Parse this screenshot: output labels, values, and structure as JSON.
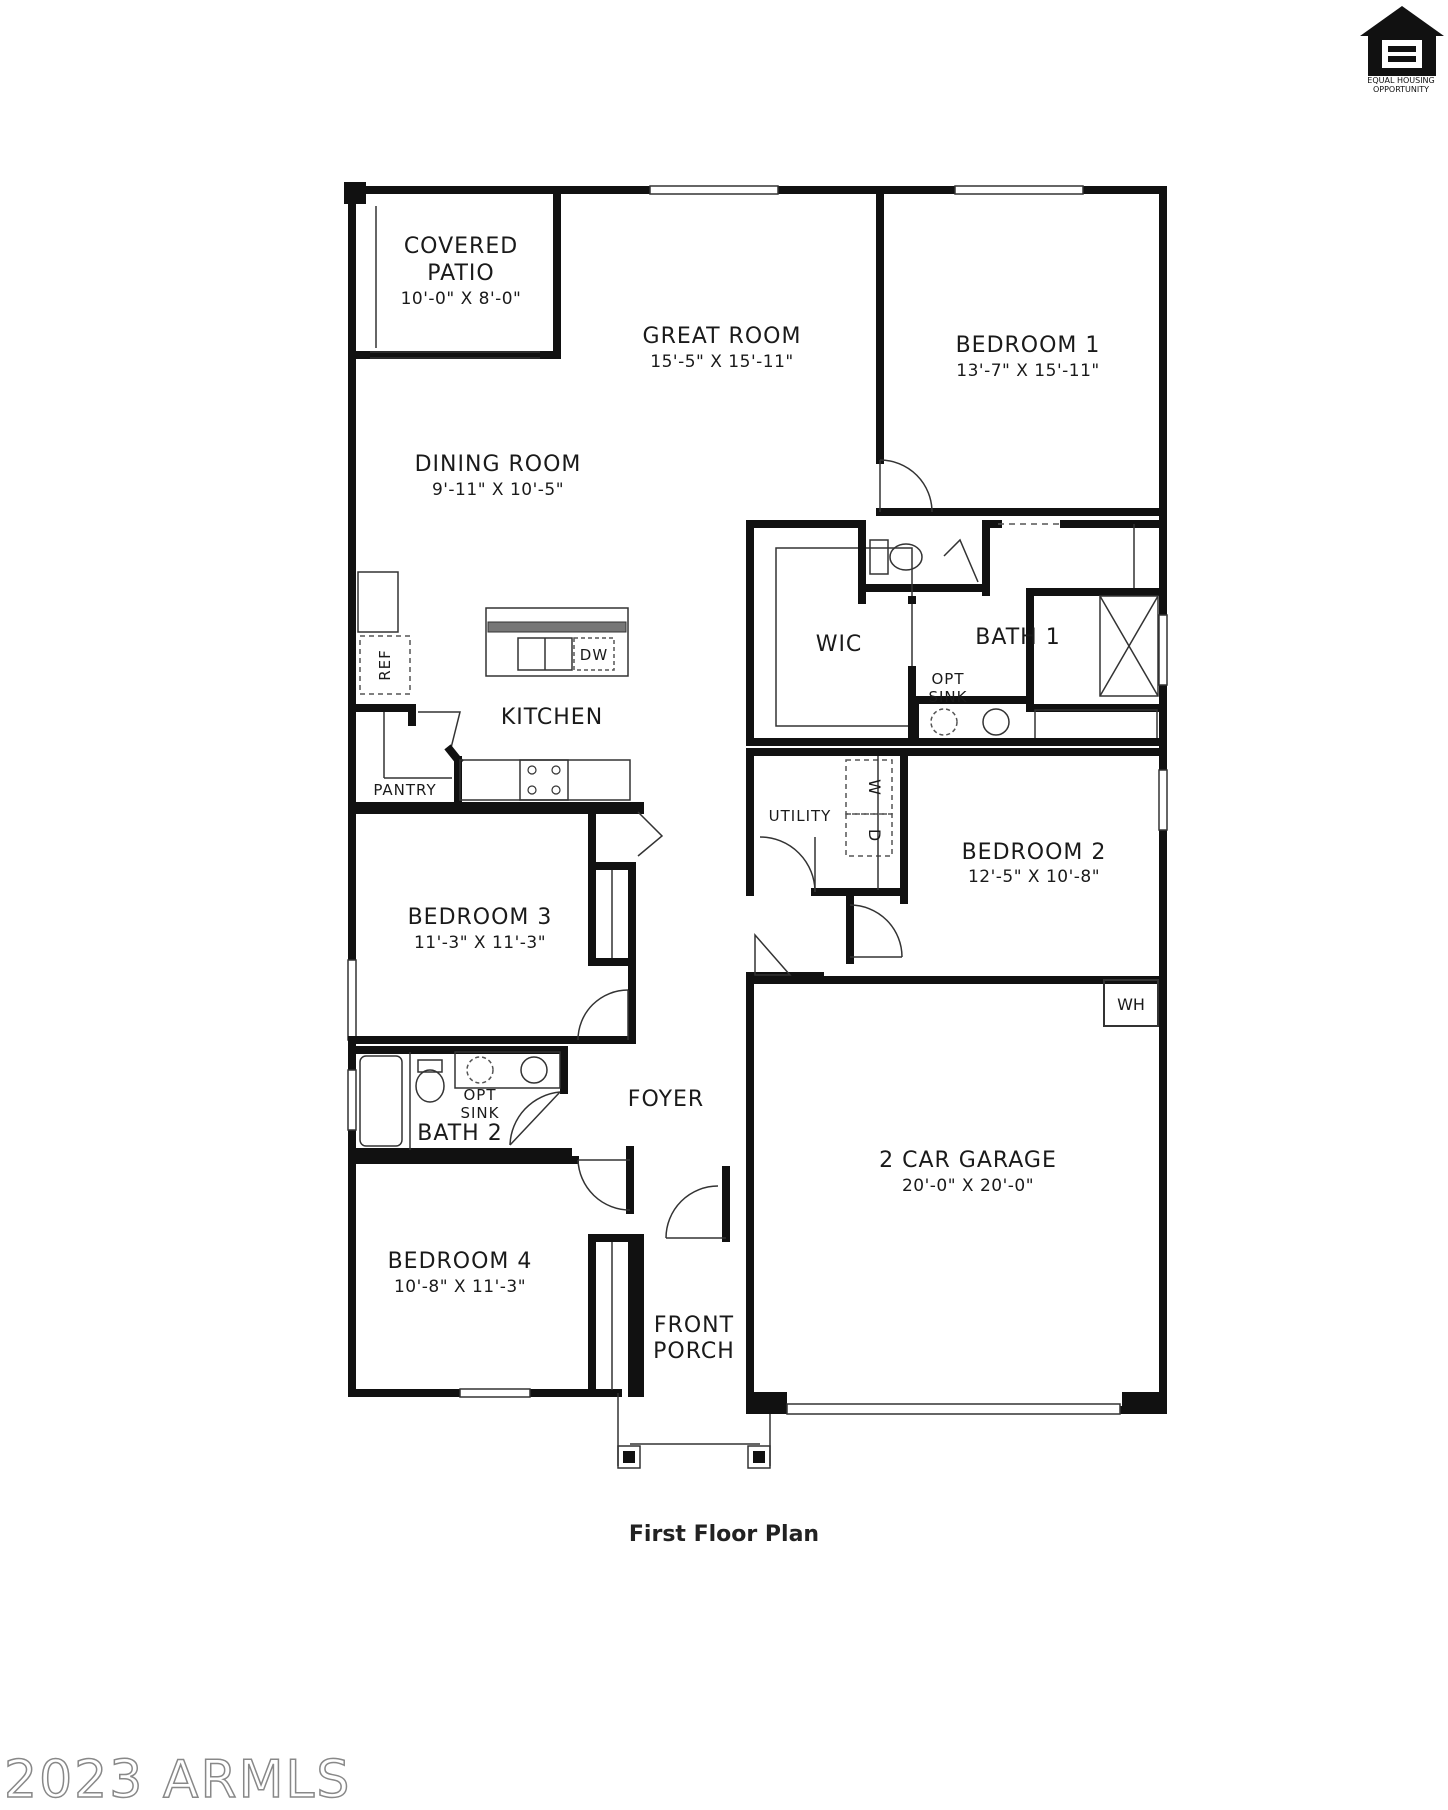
{
  "logo": {
    "icon": "equal-housing-house-icon",
    "line1": "EQUAL HOUSING",
    "line2": "OPPORTUNITY"
  },
  "rooms": {
    "covered_patio": {
      "name_line1": "COVERED",
      "name_line2": "PATIO",
      "dims": "10'-0\" X 8'-0\""
    },
    "great_room": {
      "name": "GREAT ROOM",
      "dims": "15'-5\" X 15'-11\""
    },
    "bedroom_1": {
      "name": "BEDROOM 1",
      "dims": "13'-7\" X 15'-11\""
    },
    "dining_room": {
      "name": "DINING ROOM",
      "dims": "9'-11\" X 10'-5\""
    },
    "kitchen": {
      "name": "KITCHEN"
    },
    "pantry": {
      "name": "PANTRY"
    },
    "wic": {
      "name": "WIC"
    },
    "bath_1": {
      "name": "BATH 1"
    },
    "utility": {
      "name": "UTILITY"
    },
    "bedroom_2": {
      "name": "BEDROOM 2",
      "dims": "12'-5\" X 10'-8\""
    },
    "bedroom_3": {
      "name": "BEDROOM 3",
      "dims": "11'-3\" X 11'-3\""
    },
    "foyer": {
      "name": "FOYER"
    },
    "bath_2": {
      "name": "BATH 2"
    },
    "garage": {
      "name": "2 CAR GARAGE",
      "dims": "20'-0\" X 20'-0\""
    },
    "bedroom_4": {
      "name": "BEDROOM 4",
      "dims": "10'-8\" X 11'-3\""
    },
    "front_porch": {
      "name_line1": "FRONT",
      "name_line2": "PORCH"
    }
  },
  "fixtures": {
    "refrigerator": "REF",
    "dishwasher": "DW",
    "washer": "W",
    "dryer": "D",
    "water_heater": "WH",
    "opt_sink_bath1_line1": "OPT",
    "opt_sink_bath1_line2": "SINK",
    "opt_sink_bath2_line1": "OPT",
    "opt_sink_bath2_line2": "SINK"
  },
  "caption": "First Floor Plan",
  "copyright": "2023 ARMLS"
}
